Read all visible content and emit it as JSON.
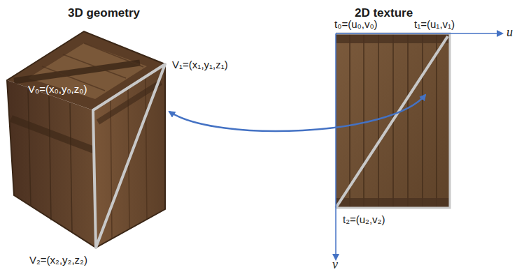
{
  "diagram": {
    "labels": [
      "3D geometry",
      "2D texture",
      "V₀=(x₀,y₀,z₀)",
      "V₁=(x₁,y₁,z₁)",
      "V₂=(x₂,y₂,z₂)",
      "t₀=(u₀,v₀)",
      "t₁=(u₁,v₁)",
      "t₂=(u₂,v₂)",
      "u",
      "v"
    ]
  }
}
